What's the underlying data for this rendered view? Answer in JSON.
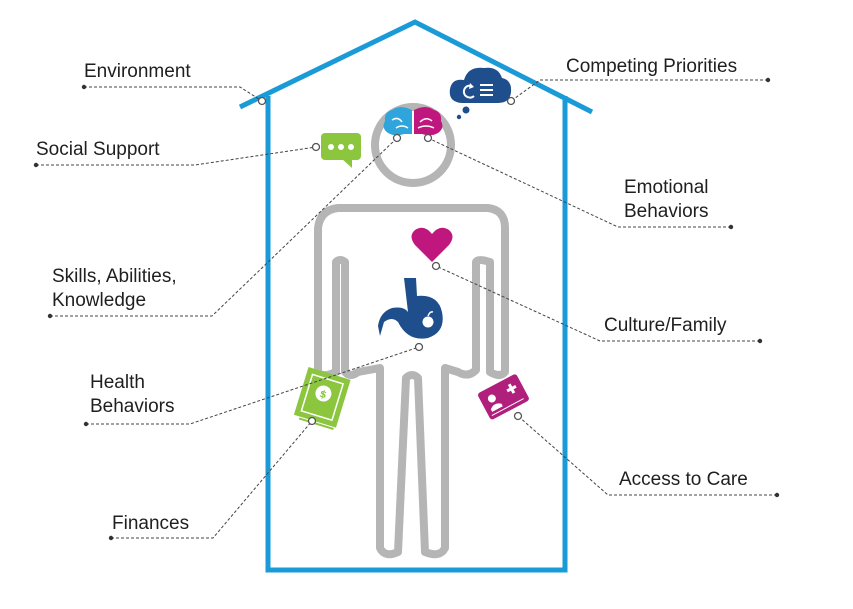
{
  "labels": {
    "environment": "Environment",
    "competing_priorities": "Competing Priorities",
    "social_support": "Social Support",
    "emotional_behaviors_1": "Emotional",
    "emotional_behaviors_2": "Behaviors",
    "skills_1": "Skills, Abilities,",
    "skills_2": "Knowledge",
    "culture_family": "Culture/Family",
    "health_behaviors_1": "Health",
    "health_behaviors_2": "Behaviors",
    "access_to_care": "Access to Care",
    "finances": "Finances"
  },
  "colors": {
    "house": "#1a9bd7",
    "figure": "#b5b5b5",
    "brain_left": "#2fa5dc",
    "brain_right": "#c0177e",
    "cloud": "#1f4e8c",
    "chat": "#8cc63f",
    "heart": "#c0177e",
    "stomach": "#1f4e8c",
    "money": "#8cc63f",
    "card": "#b01f7b"
  },
  "icons": [
    "cloud-refresh-list-icon",
    "brain-icon",
    "chat-bubble-icon",
    "heart-icon",
    "stomach-apple-icon",
    "money-icon",
    "insurance-card-icon"
  ]
}
